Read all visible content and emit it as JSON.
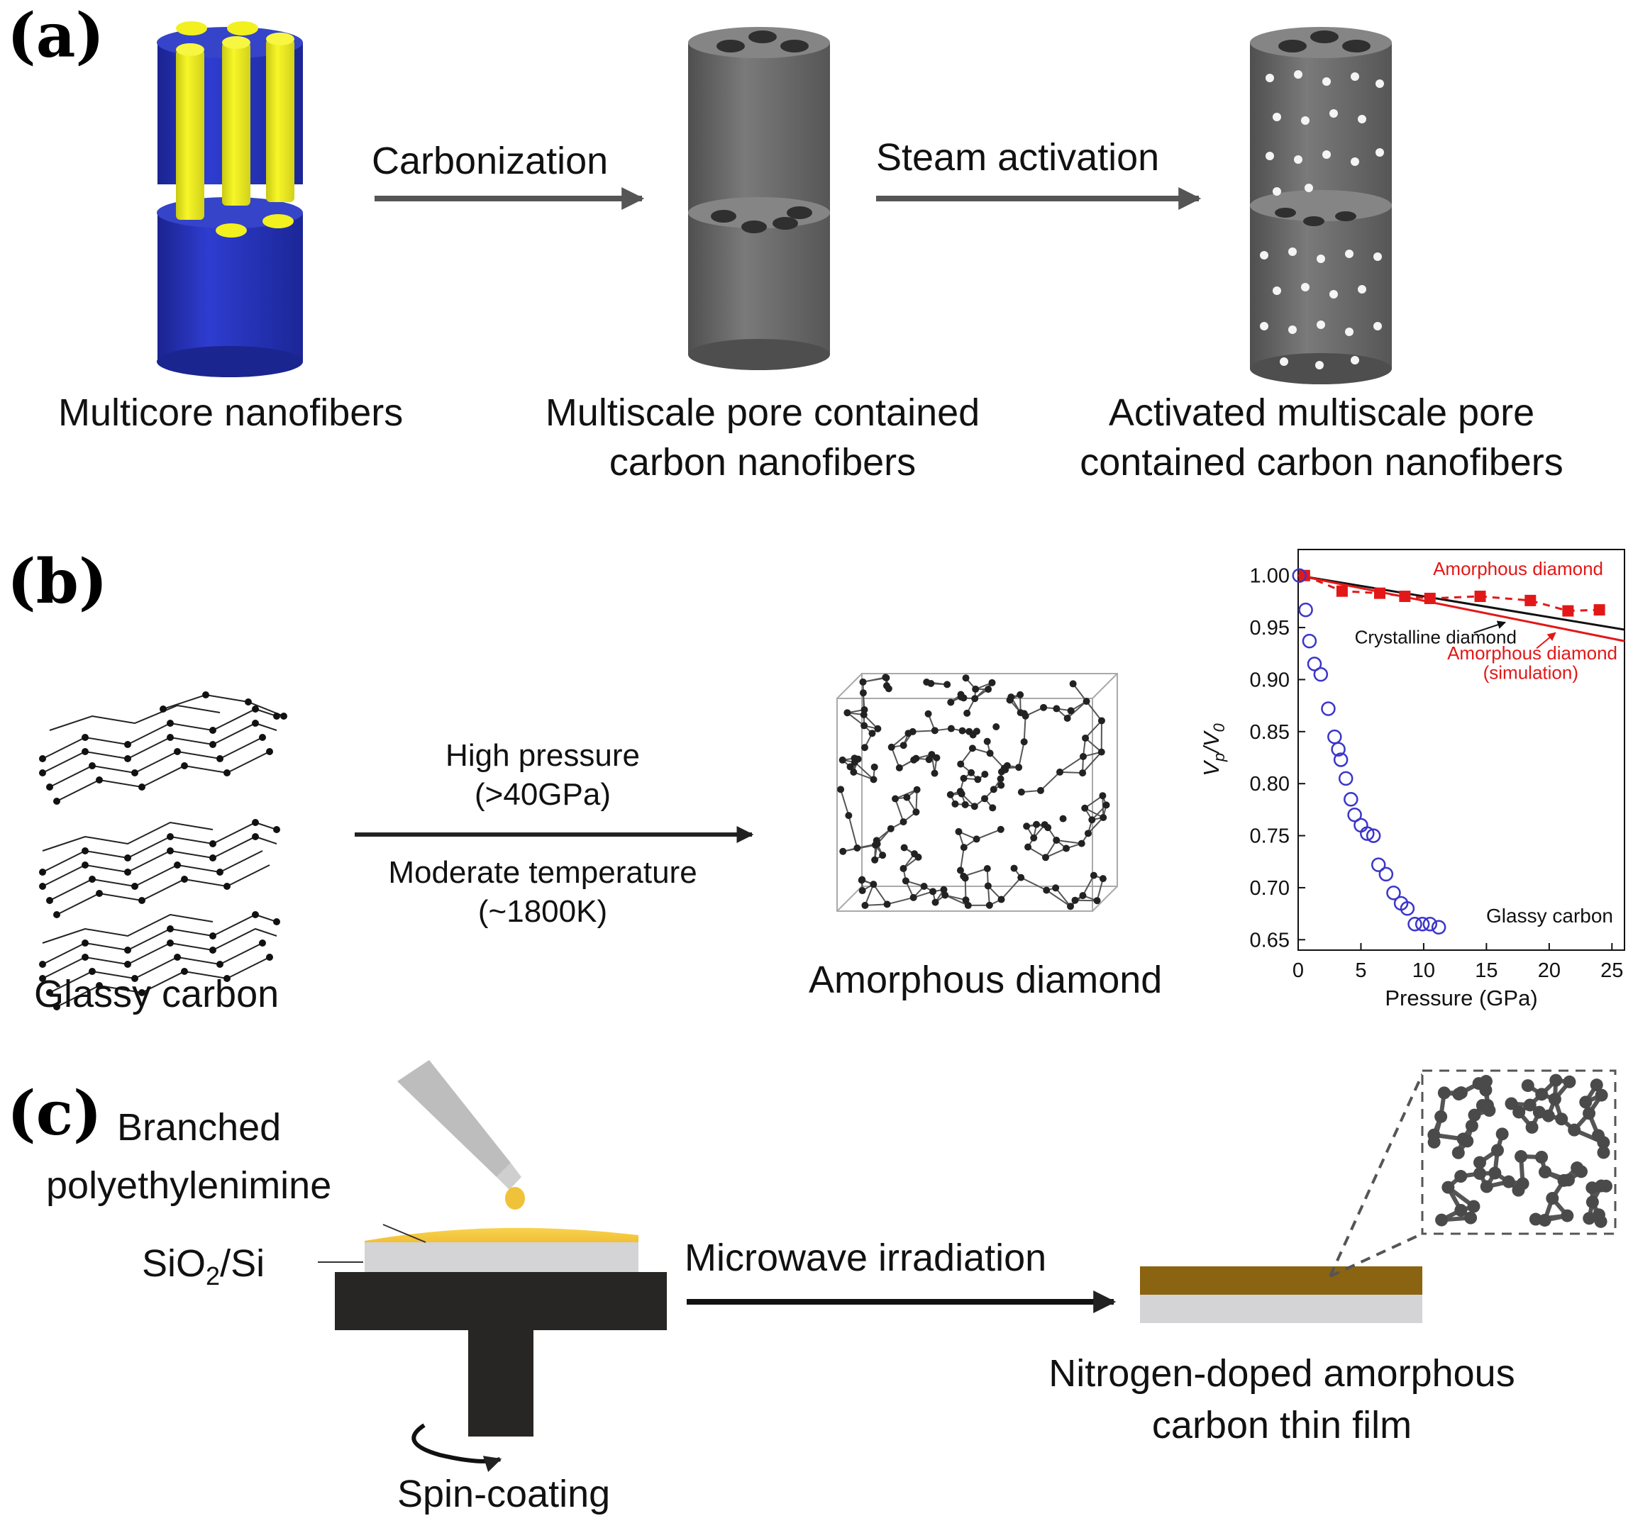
{
  "panels": {
    "a": {
      "label": "(a)",
      "steps": [
        "Carbonization",
        "Steam activation"
      ],
      "fibers": [
        "Multicore nanofibers",
        "Multiscale pore contained",
        "carbon nanofibers",
        "Activated multiscale pore",
        "contained carbon nanofibers"
      ],
      "colors": {
        "shell": "#2433b8",
        "core": "#f2f01e",
        "carbon": "#6c6c6c"
      }
    },
    "b": {
      "label": "(b)",
      "start": "Glassy carbon",
      "end": "Amorphous diamond",
      "conditions": [
        "High pressure",
        "(>40GPa)",
        "Moderate temperature",
        "(~1800K)"
      ]
    },
    "c": {
      "label": "(c)",
      "precursor": [
        "Branched",
        "polyethylenimine"
      ],
      "substrate_main": "SiO",
      "substrate_sub": "2",
      "substrate_tail": "/Si",
      "process": "Microwave irradiation",
      "spin": "Spin-coating",
      "product": [
        "Nitrogen-doped amorphous",
        "carbon thin film"
      ],
      "colors": {
        "polymer": "#f5c842",
        "film": "#8b6411",
        "substrate": "#d4d3d6",
        "chuck": "#282624"
      }
    }
  },
  "chart_data": {
    "type": "scatter",
    "title": "",
    "xlabel": "Pressure (GPa)",
    "ylabel_main": "V",
    "ylabel_sub1": "p",
    "ylabel_mid": "/V",
    "ylabel_sub2": "0",
    "xlim": [
      0,
      26
    ],
    "ylim": [
      0.64,
      1.025
    ],
    "xticks": [
      0,
      5,
      10,
      15,
      20,
      25
    ],
    "yticks": [
      1.0,
      0.95,
      0.9,
      0.85,
      0.8,
      0.75,
      0.7,
      0.65
    ],
    "series": [
      {
        "name": "Amorphous diamond",
        "style": "red-squares-dashed",
        "color": "#e21818",
        "x": [
          0.5,
          3.5,
          6.5,
          8.5,
          10.5,
          14.5,
          18.5,
          21.5,
          24
        ],
        "y": [
          1.0,
          0.985,
          0.983,
          0.98,
          0.978,
          0.98,
          0.976,
          0.966,
          0.967
        ]
      },
      {
        "name": "Crystalline diamond",
        "style": "black-line",
        "color": "#111111",
        "x": [
          0,
          26
        ],
        "y": [
          1.0,
          0.948
        ]
      },
      {
        "name": "Amorphous diamond (simulation)",
        "legend_lines": [
          "Amorphous diamond",
          "(simulation)"
        ],
        "style": "red-line",
        "color": "#e21818",
        "x": [
          0,
          26
        ],
        "y": [
          1.0,
          0.937
        ]
      },
      {
        "name": "Glassy carbon",
        "style": "blue-open-circles",
        "color": "#3b35c9",
        "x": [
          0.1,
          0.6,
          0.9,
          1.3,
          1.8,
          2.4,
          2.9,
          3.2,
          3.4,
          3.8,
          4.2,
          4.5,
          5.0,
          5.5,
          6.0,
          6.4,
          7.0,
          7.6,
          8.2,
          8.7,
          9.3,
          9.9,
          10.5,
          11.2
        ],
        "y": [
          1.0,
          0.967,
          0.937,
          0.915,
          0.905,
          0.872,
          0.845,
          0.833,
          0.823,
          0.805,
          0.785,
          0.77,
          0.76,
          0.752,
          0.75,
          0.722,
          0.713,
          0.695,
          0.685,
          0.68,
          0.665,
          0.665,
          0.665,
          0.662
        ]
      }
    ]
  }
}
